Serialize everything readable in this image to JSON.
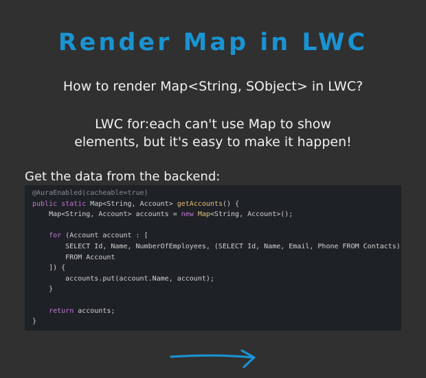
{
  "title": "Render Map in LWC",
  "subtitle": "How to render Map<String, SObject> in LWC?",
  "description": {
    "line1": "LWC for:each can't use Map to show",
    "line2": "elements, but it's easy to make it happen!"
  },
  "section_label": "Get the data from the backend:",
  "code_lines": [
    [
      {
        "t": "ann",
        "v": "@AuraEnabled(cacheable=true)"
      }
    ],
    [
      {
        "t": "kw",
        "v": "public static"
      },
      {
        "t": "tx",
        "v": " Map<String, Account> "
      },
      {
        "t": "fn",
        "v": "getAccounts"
      },
      {
        "t": "tx",
        "v": "() {"
      }
    ],
    [
      {
        "t": "tx",
        "v": "    Map<String, Account> accounts = "
      },
      {
        "t": "kw",
        "v": "new"
      },
      {
        "t": "tx",
        "v": " "
      },
      {
        "t": "fn",
        "v": "Map"
      },
      {
        "t": "tx",
        "v": "<String, Account>();"
      }
    ],
    [
      {
        "t": "tx",
        "v": ""
      }
    ],
    [
      {
        "t": "tx",
        "v": "    "
      },
      {
        "t": "kw",
        "v": "for"
      },
      {
        "t": "tx",
        "v": " (Account account : ["
      }
    ],
    [
      {
        "t": "tx",
        "v": "        SELECT Id, Name, NumberOfEmployees, (SELECT Id, Name, Email, Phone FROM Contacts)"
      }
    ],
    [
      {
        "t": "tx",
        "v": "        FROM Account"
      }
    ],
    [
      {
        "t": "tx",
        "v": "    ]) {"
      }
    ],
    [
      {
        "t": "tx",
        "v": "        accounts.put(account.Name, account);"
      }
    ],
    [
      {
        "t": "tx",
        "v": "    }"
      }
    ],
    [
      {
        "t": "tx",
        "v": ""
      }
    ],
    [
      {
        "t": "tx",
        "v": "    "
      },
      {
        "t": "kw",
        "v": "return"
      },
      {
        "t": "tx",
        "v": " accounts;"
      }
    ],
    [
      {
        "t": "tx",
        "v": "}"
      }
    ]
  ],
  "colors": {
    "background": "#303030",
    "title": "#1a93d2",
    "text": "#f2f2f2",
    "code_background": "#1e2125",
    "code_annotation": "#8a8f96",
    "code_keyword": "#c678dd",
    "code_function": "#e5c07b",
    "code_text": "#d4d4d4",
    "arrow": "#1a93d2"
  },
  "icons": {
    "arrow": "arrow-right-icon"
  }
}
